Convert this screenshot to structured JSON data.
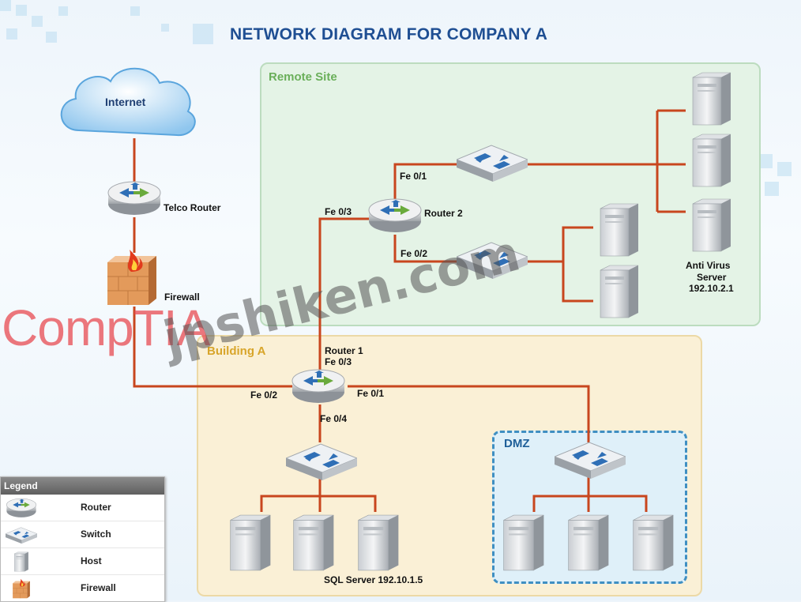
{
  "title": "NETWORK DIAGRAM FOR COMPANY A",
  "zones": {
    "remote_site": "Remote Site",
    "building_a": "Building A",
    "dmz": "DMZ"
  },
  "nodes": {
    "internet": "Internet",
    "telco_router": "Telco Router",
    "firewall": "Firewall",
    "router1": "Router 1",
    "router2": "Router 2",
    "sql_server": "SQL Server 192.10.1.5",
    "antivirus_line1": "Anti Virus",
    "antivirus_line2": "Server",
    "antivirus_line3": "192.10.2.1"
  },
  "ports": {
    "r2_fe01": "Fe 0/1",
    "r2_fe02": "Fe 0/2",
    "r2_fe03": "Fe 0/3",
    "r1_fe03": "Fe 0/3",
    "r1_fe02": "Fe 0/2",
    "r1_fe01": "Fe 0/1",
    "r1_fe04": "Fe 0/4"
  },
  "legend": {
    "title": "Legend",
    "items": [
      "Router",
      "Switch",
      "Host",
      "Firewall"
    ]
  },
  "watermarks": {
    "brand": "CompTIA",
    "site": "jpshiken.com"
  },
  "colors": {
    "link": "#c8461e",
    "title": "#1f4f93",
    "remote_zone": "#e4f3e6",
    "building_zone": "#faf0d6",
    "dmz_zone": "#dff0f9",
    "dmz_border": "#3f8fc2",
    "remote_label": "#6aaf5a",
    "building_label": "#d8a52a"
  }
}
